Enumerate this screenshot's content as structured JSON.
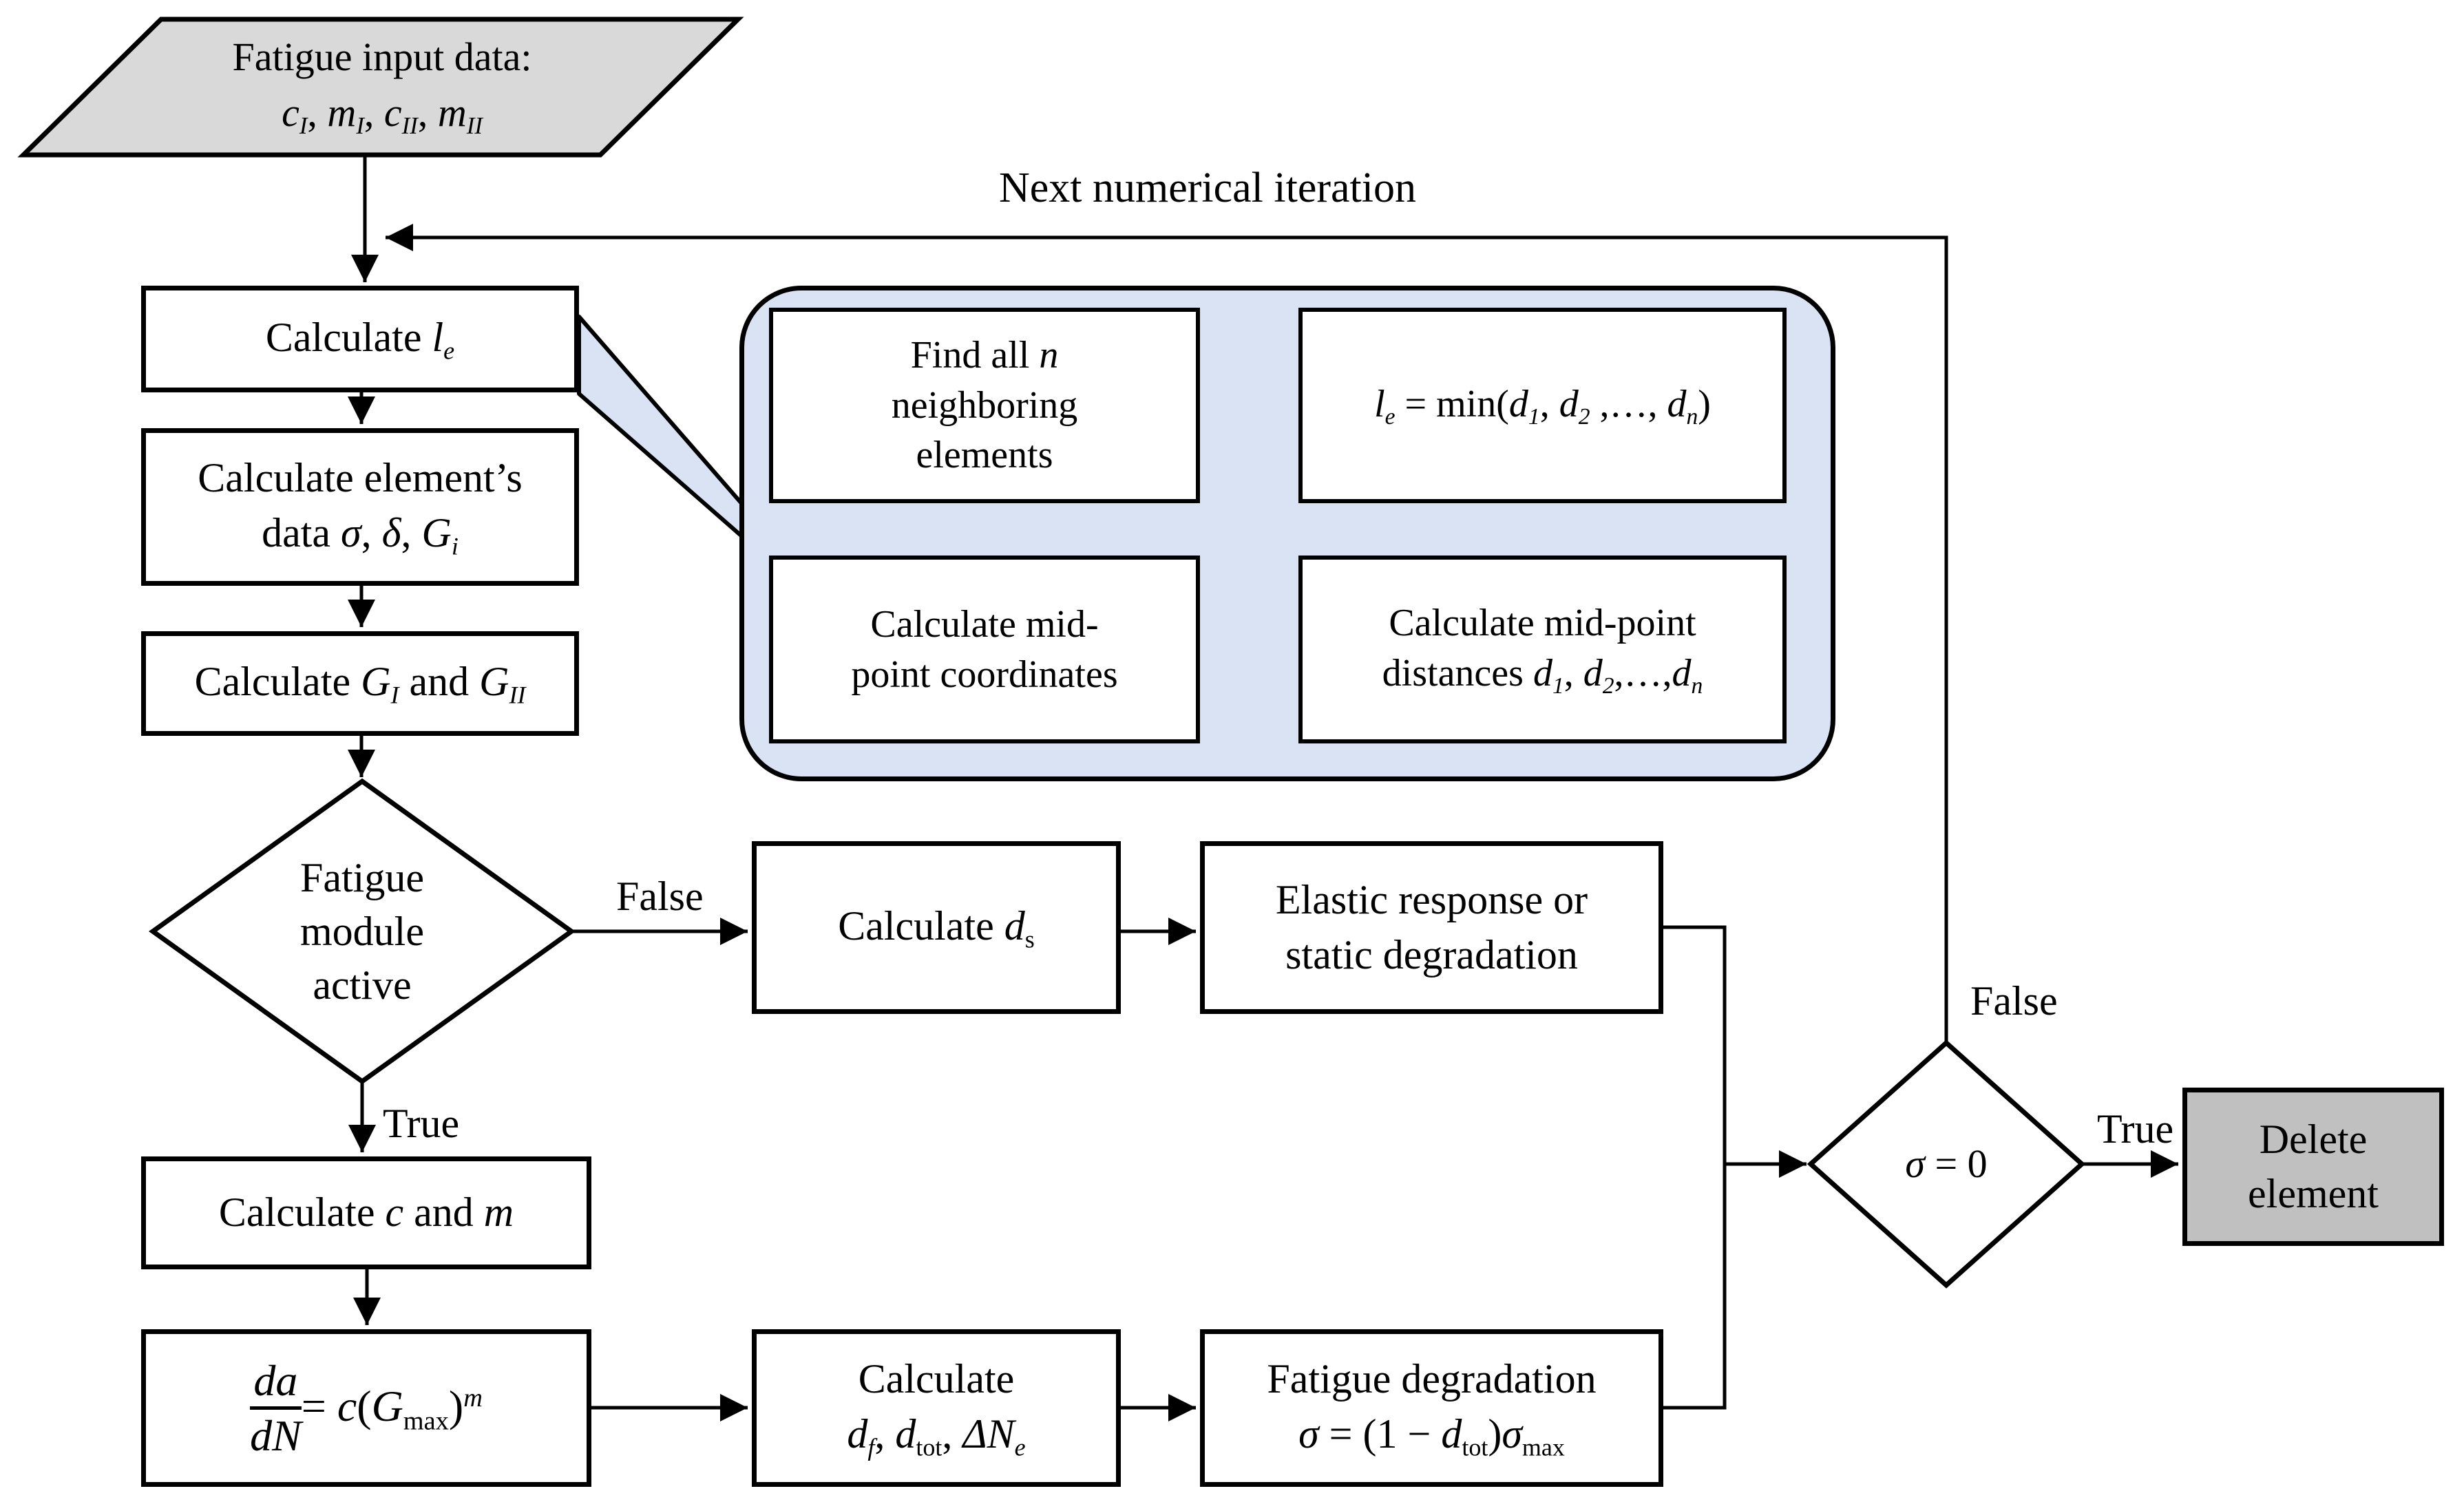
{
  "colors": {
    "background": "#ffffff",
    "box_fill": "#ffffff",
    "input_fill": "#d9d9d9",
    "delete_fill": "#c0c0c0",
    "callout_fill": "#dae3f3",
    "line": "#000000"
  },
  "labels": {
    "iteration": "Next numerical iteration",
    "false1": "False",
    "true1": "True",
    "false2": "False",
    "true2": "True"
  },
  "nodes": {
    "fatigue_input": {
      "line1": [
        {
          "t": "Fatigue input data:"
        }
      ],
      "line2": [
        {
          "t": "c",
          "i": true
        },
        {
          "t": "I",
          "i": true,
          "sub": true
        },
        {
          "t": ", "
        },
        {
          "t": "m",
          "i": true
        },
        {
          "t": "I",
          "i": true,
          "sub": true
        },
        {
          "t": ", "
        },
        {
          "t": "c",
          "i": true
        },
        {
          "t": "II",
          "i": true,
          "sub": true
        },
        {
          "t": ", "
        },
        {
          "t": "m",
          "i": true
        },
        {
          "t": "II",
          "i": true,
          "sub": true
        }
      ]
    },
    "calc_le": [
      {
        "t": "Calculate "
      },
      {
        "t": "l",
        "i": true
      },
      {
        "t": "e",
        "i": true,
        "sub": true
      }
    ],
    "calc_elem": {
      "line1": [
        {
          "t": "Calculate element’s"
        }
      ],
      "line2": [
        {
          "t": "data "
        },
        {
          "t": "σ",
          "i": true
        },
        {
          "t": ", "
        },
        {
          "t": "δ",
          "i": true
        },
        {
          "t": ", "
        },
        {
          "t": "G",
          "i": true
        },
        {
          "t": "i",
          "i": true,
          "sub": true
        }
      ]
    },
    "calc_g": [
      {
        "t": "Calculate "
      },
      {
        "t": "G",
        "i": true
      },
      {
        "t": "I",
        "i": true,
        "sub": true
      },
      {
        "t": " and "
      },
      {
        "t": "G",
        "i": true
      },
      {
        "t": "II",
        "i": true,
        "sub": true
      }
    ],
    "fatigue_module": {
      "line1": "Fatigue",
      "line2": "module",
      "line3": "active"
    },
    "calc_ds": [
      {
        "t": "Calculate "
      },
      {
        "t": "d",
        "i": true
      },
      {
        "t": "s",
        "sub": true
      }
    ],
    "elastic": {
      "line1": "Elastic response or",
      "line2": "static degradation"
    },
    "calc_cm": [
      {
        "t": "Calculate "
      },
      {
        "t": "c",
        "i": true
      },
      {
        "t": " and "
      },
      {
        "t": "m",
        "i": true
      }
    ],
    "paris_eq": {
      "num": "da",
      "den": "dN",
      "rhs": [
        {
          "t": " = "
        },
        {
          "t": "c",
          "i": true
        },
        {
          "t": "("
        },
        {
          "t": "G",
          "i": true
        },
        {
          "t": "max",
          "sub": true
        },
        {
          "t": ")"
        },
        {
          "t": "m",
          "i": true,
          "sup": true
        }
      ]
    },
    "calc_df": {
      "line1": [
        {
          "t": "Calculate"
        }
      ],
      "line2": [
        {
          "t": "d",
          "i": true
        },
        {
          "t": "f",
          "i": true,
          "sub": true
        },
        {
          "t": ", "
        },
        {
          "t": "d",
          "i": true
        },
        {
          "t": "tot",
          "sub": true
        },
        {
          "t": ", "
        },
        {
          "t": "ΔN",
          "i": true
        },
        {
          "t": "e",
          "i": true,
          "sub": true
        }
      ]
    },
    "fatigue_deg": {
      "line1": [
        {
          "t": "Fatigue degradation"
        }
      ],
      "line2": [
        {
          "t": "σ",
          "i": true
        },
        {
          "t": " = (1 − "
        },
        {
          "t": "d",
          "i": true
        },
        {
          "t": "tot",
          "sub": true
        },
        {
          "t": ")"
        },
        {
          "t": "σ",
          "i": true
        },
        {
          "t": "max",
          "sub": true
        }
      ]
    },
    "sigma_zero": [
      {
        "t": "σ",
        "i": true
      },
      {
        "t": " = 0"
      }
    ],
    "delete_element": {
      "line1": "Delete",
      "line2": "element"
    },
    "callout": {
      "find_neighbors": {
        "line1": [
          {
            "t": "Find all "
          },
          {
            "t": "n",
            "i": true
          }
        ],
        "line2": [
          {
            "t": "neighboring"
          }
        ],
        "line3": [
          {
            "t": "elements"
          }
        ]
      },
      "le_min": [
        {
          "t": "l",
          "i": true
        },
        {
          "t": "e",
          "i": true,
          "sub": true
        },
        {
          "t": " = min("
        },
        {
          "t": "d",
          "i": true
        },
        {
          "t": "1",
          "i": true,
          "sub": true
        },
        {
          "t": ", "
        },
        {
          "t": "d",
          "i": true
        },
        {
          "t": "2",
          "i": true,
          "sub": true
        },
        {
          "t": " ,…, "
        },
        {
          "t": "d",
          "i": true
        },
        {
          "t": "n",
          "i": true,
          "sub": true
        },
        {
          "t": ")"
        }
      ],
      "mid_coords": {
        "line1": "Calculate mid-",
        "line2": "point coordinates"
      },
      "mid_dist": {
        "line1": [
          {
            "t": "Calculate mid-point"
          }
        ],
        "line2": [
          {
            "t": "distances "
          },
          {
            "t": "d",
            "i": true
          },
          {
            "t": "1",
            "i": true,
            "sub": true
          },
          {
            "t": ", "
          },
          {
            "t": "d",
            "i": true
          },
          {
            "t": "2",
            "i": true,
            "sub": true
          },
          {
            "t": ",…,"
          },
          {
            "t": "d",
            "i": true
          },
          {
            "t": "n",
            "i": true,
            "sub": true
          }
        ]
      }
    }
  }
}
